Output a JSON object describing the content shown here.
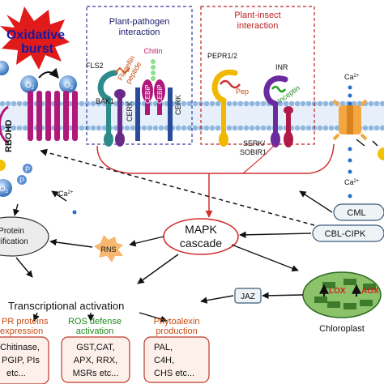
{
  "burst": {
    "line1": "Oxidative",
    "line2": "burst"
  },
  "ros": {
    "o2_top": "O",
    "o2_top2": "O",
    "o2_right": "O",
    "sub2": "2",
    "o2_left": "O",
    "o2_left_partial": "O"
  },
  "rbohd": {
    "label": "RBOHD",
    "p1": "P",
    "p2": "P"
  },
  "pathogen": {
    "title_line1": "Plant-pathogen",
    "title_line2": "interaction",
    "fls2": "FLS2",
    "flagellin1": "Flagellin",
    "flagellin2": "peptide",
    "bak1": "BAK1",
    "chitin": "Chitin",
    "cerk_left": "CERK",
    "cerk_right": "CERK",
    "cebip1": "CEBiP",
    "cebip2": "CEBiP"
  },
  "insect": {
    "title_line1": "Plant-insect",
    "title_line2": "interaction",
    "pepr": "PEPR1/2",
    "pep": "Pep",
    "inr": "INR",
    "inceptin": "Inceptin",
    "serk1": "SERK/",
    "serk2": "SOBIR1"
  },
  "calcium": {
    "ca_top": "Ca",
    "ca_bottom": "Ca",
    "ca_left": "Ca",
    "sup": "2+"
  },
  "nodes": {
    "mapk1": "MAPK",
    "mapk2": "cascade",
    "rns": "RNS",
    "protein1": "Protein",
    "protein2": "modification",
    "cml": "CML",
    "cbl": "CBL-CIPK",
    "jaz": "JAZ",
    "chloroplast": "Chloroplast",
    "lox": "LOX",
    "aox": "AOX"
  },
  "transcription": {
    "label": "Transcriptional activation"
  },
  "outputs": {
    "pr": {
      "title1": "PR proteins",
      "title2": "expression",
      "body1": "Chitinase,",
      "body2": "PGIP, PIs",
      "body3": "etc..."
    },
    "ros_def": {
      "title1": "ROS defense",
      "title2": "activation",
      "body1": "GST,CAT,",
      "body2": "APX, RRX,",
      "body3": "MSRs etc..."
    },
    "phyto": {
      "title1": "Phytoalexin",
      "title2": "production",
      "body1": "PAL,",
      "body2": "C4H,",
      "body3": "CHS etc..."
    }
  },
  "colors": {
    "membrane": "#8fb6df",
    "burst": "#e11a1a",
    "burst_text": "#1a1aa0",
    "rbohd": "#b0187a",
    "pathogen_box": "#3a3aa0",
    "insect_box": "#c02020",
    "arrow_red": "#d23030",
    "green_text": "#1f8a1f",
    "orange_text": "#c84a10",
    "output_box": "#fdf0ea",
    "output_border": "#c0392b"
  }
}
